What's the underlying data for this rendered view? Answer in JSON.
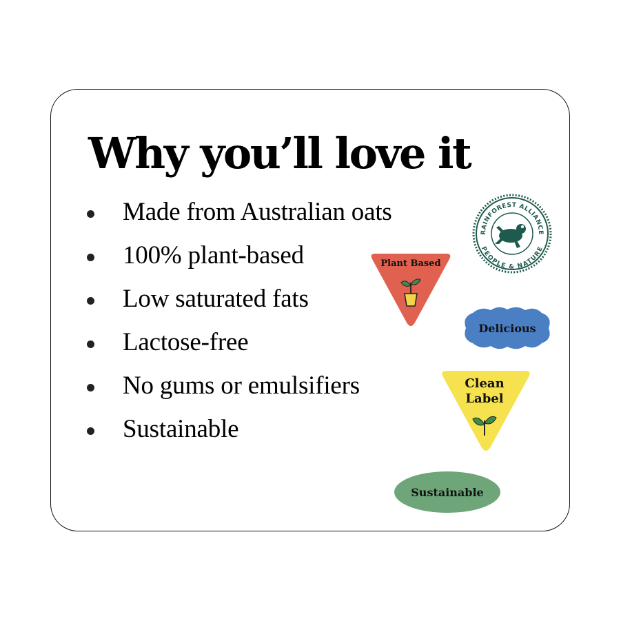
{
  "title": "Why you’ll love it",
  "benefits": [
    "Made from Australian oats",
    "100% plant-based",
    "Low saturated fats",
    "Lactose-free",
    "No gums or emulsifiers",
    "Sustainable"
  ],
  "badges": {
    "rainforest_alliance": {
      "text_top": "RAINFOREST ALLIANCE",
      "text_bottom": "PEOPLE & NATURE",
      "color": "#1f5a4e",
      "icon": "frog-icon"
    },
    "plant_based": {
      "label": "Plant Based",
      "color": "#e0614f",
      "icon": "sprout-pot-icon"
    },
    "delicious": {
      "label": "Delicious",
      "color": "#4a7fc3"
    },
    "clean_label": {
      "line1": "Clean",
      "line2": "Label",
      "color": "#f6e24e",
      "icon": "sprout-icon"
    },
    "sustainable": {
      "label": "Sustainable",
      "color": "#6ea67a"
    }
  }
}
